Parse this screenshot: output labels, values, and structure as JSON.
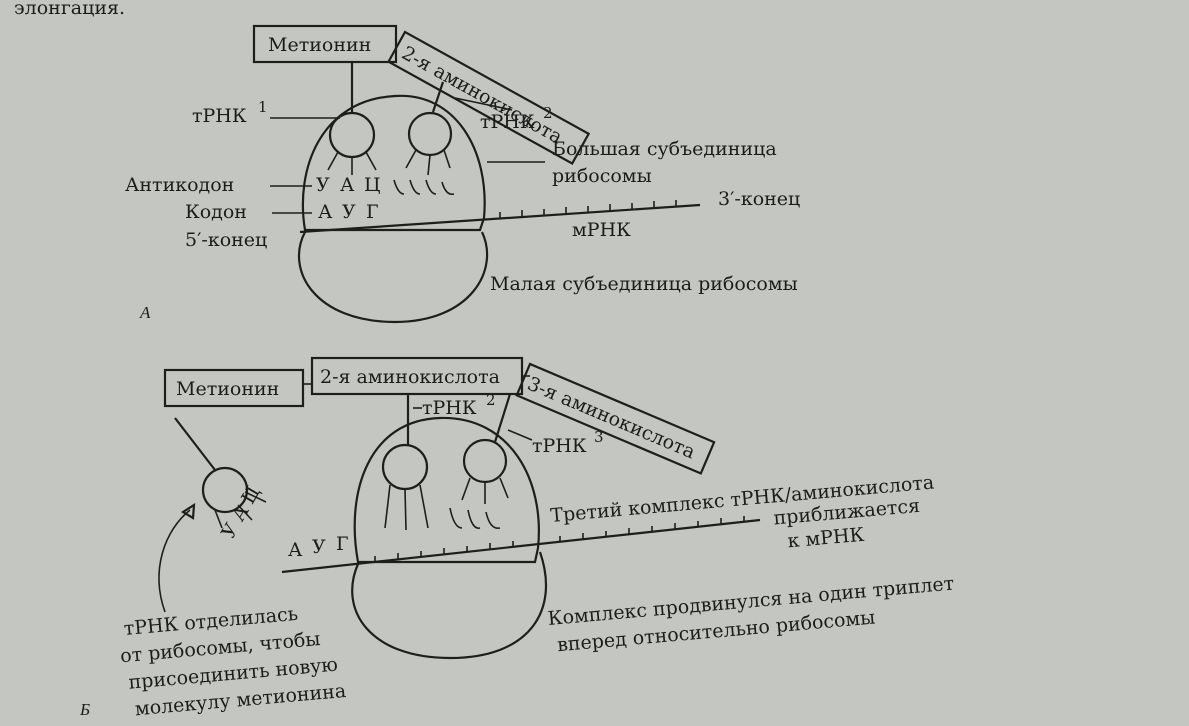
{
  "top_text": "элонгация.",
  "panel_a": {
    "label": "А",
    "methionine": "Метионин",
    "amino_acid_2": "2-я аминокислота",
    "trna1": "тРНК",
    "trna1_sup": "1",
    "trna2": "тРНК",
    "trna2_sup": "2",
    "anticodon_label": "Антикодон",
    "codon_label": "Кодон",
    "five_end": "5′-конец",
    "three_end": "3′-конец",
    "anticodon_letters": [
      "У",
      "А",
      "Ц"
    ],
    "codon_letters": [
      "А",
      "У",
      "Г"
    ],
    "mrna_label": "мРНК",
    "large_subunit_line1": "Большая субъединица",
    "large_subunit_line2": "рибосомы",
    "small_subunit": "Малая субъединица рибосомы"
  },
  "panel_b": {
    "label": "Б",
    "methionine": "Метионин",
    "amino_acid_2": "2-я аминокислота",
    "amino_acid_3": "3-я аминокислота",
    "trna2": "тРНК",
    "trna2_sup": "2",
    "trna3": "тРНК",
    "trna3_sup": "3",
    "released_anticodon": [
      "У",
      "А",
      "Ц"
    ],
    "codon_letters": [
      "А",
      "У",
      "Г"
    ],
    "third_complex_line1": "Третий комплекс тРНК/аминокислота",
    "third_complex_line2": "приближается",
    "third_complex_line3": "к мРНК",
    "released_line1": "тРНК отделилась",
    "released_line2": "от рибосомы, чтобы",
    "released_line3": "присоединить новую",
    "released_line4": "молекулу метионина",
    "shifted_line1": "Комплекс продвинулся на один триплет",
    "shifted_line2": "вперед относительно рибосомы"
  }
}
